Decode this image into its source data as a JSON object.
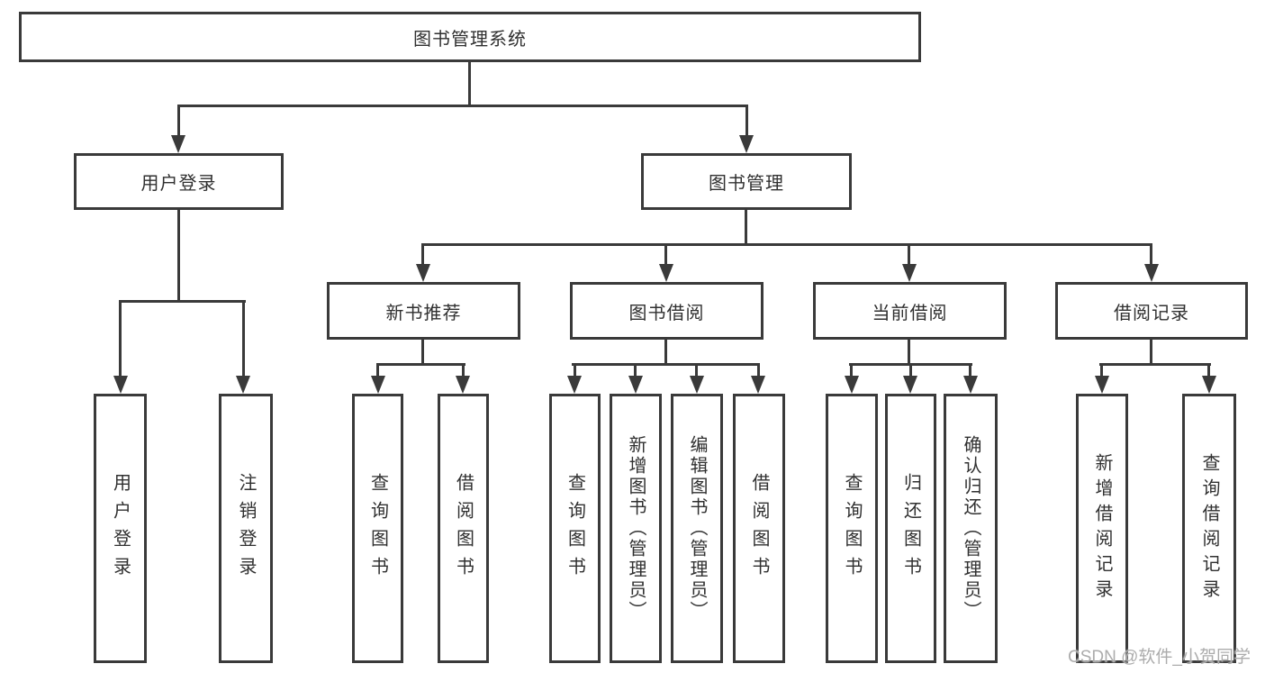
{
  "diagram": {
    "root": {
      "label": "图书管理系统"
    },
    "level1": [
      {
        "id": "user-login",
        "label": "用户登录"
      },
      {
        "id": "book-management",
        "label": "图书管理"
      }
    ],
    "user_login_children": [
      {
        "label": "用户登录"
      },
      {
        "label": "注销登录"
      }
    ],
    "book_management_children": [
      {
        "label": "新书推荐",
        "children": [
          {
            "label": "查询图书"
          },
          {
            "label": "借阅图书"
          }
        ]
      },
      {
        "label": "图书借阅",
        "children": [
          {
            "label": "查询图书"
          },
          {
            "label": "新增图书（管理员）"
          },
          {
            "label": "编辑图书（管理员）"
          },
          {
            "label": "借阅图书"
          }
        ]
      },
      {
        "label": "当前借阅",
        "children": [
          {
            "label": "查询图书"
          },
          {
            "label": "归还图书"
          },
          {
            "label": "确认归还（管理员）"
          }
        ]
      },
      {
        "label": "借阅记录",
        "children": [
          {
            "label": "新增借阅记录"
          },
          {
            "label": "查询借阅记录"
          }
        ]
      }
    ],
    "watermark": "CSDN @软件_小贺同学",
    "colors": {
      "line": "#3a3a3a",
      "text": "#303030",
      "background": "#ffffff",
      "watermark": "#acacac"
    }
  }
}
